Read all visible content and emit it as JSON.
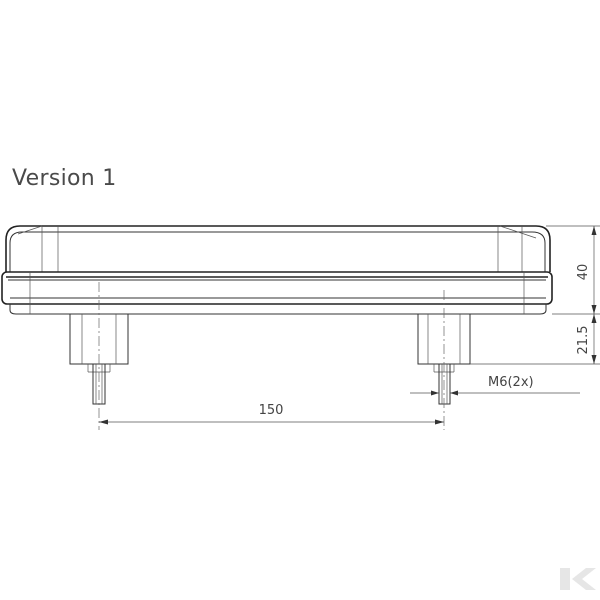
{
  "title": "Version 1",
  "dimensions": {
    "height_total": "40",
    "stud_height": "21.5",
    "stud_spacing": "150",
    "thread": "M6(2x)"
  },
  "logo": {
    "name": "brand-k-logo",
    "color": "#e6e6e6"
  },
  "colors": {
    "line": "#333333",
    "text": "#444444"
  }
}
